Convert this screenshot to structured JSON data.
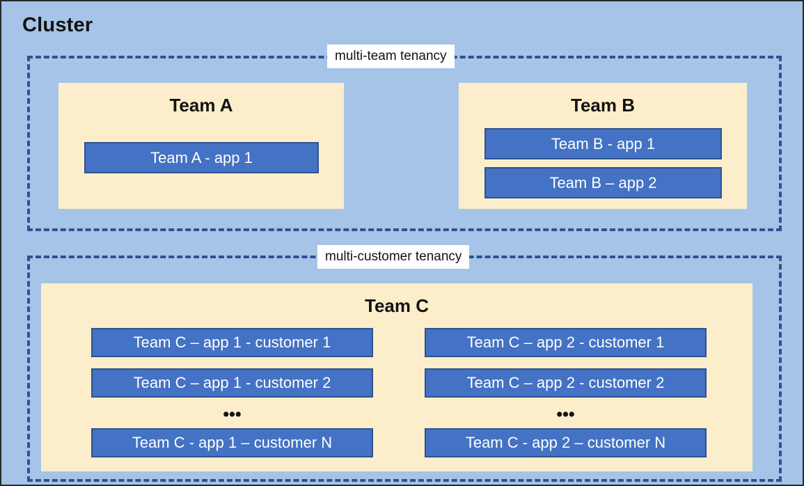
{
  "diagram": {
    "title": "Cluster",
    "colors": {
      "cluster_background": "#A6C4E8",
      "team_panel": "#FCEECB",
      "app_box": "#4472C4",
      "app_box_border": "#2F528F",
      "dashed_border": "#2F528F",
      "label_background": "#FFFFFF",
      "text_dark": "#131313",
      "text_light": "#FFFFFF"
    },
    "groups": [
      {
        "id": "multi-team",
        "label": "multi-team tenancy",
        "teams": [
          {
            "id": "team-a",
            "title": "Team A",
            "apps": [
              {
                "label": "Team A - app 1"
              }
            ]
          },
          {
            "id": "team-b",
            "title": "Team B",
            "apps": [
              {
                "label": "Team B - app 1"
              },
              {
                "label": "Team B – app 2"
              }
            ]
          }
        ]
      },
      {
        "id": "multi-customer",
        "label": "multi-customer tenancy",
        "teams": [
          {
            "id": "team-c",
            "title": "Team C",
            "columns": [
              {
                "id": "app-1",
                "apps": [
                  {
                    "label": "Team C – app 1 - customer 1"
                  },
                  {
                    "label": "Team C – app 1 - customer 2"
                  },
                  {
                    "label": "Team C - app 1 – customer N"
                  }
                ],
                "ellipsis": "•••"
              },
              {
                "id": "app-2",
                "apps": [
                  {
                    "label": "Team C – app 2 - customer 1"
                  },
                  {
                    "label": "Team C – app 2 - customer 2"
                  },
                  {
                    "label": "Team C - app 2 – customer N"
                  }
                ],
                "ellipsis": "•••"
              }
            ]
          }
        ]
      }
    ]
  }
}
